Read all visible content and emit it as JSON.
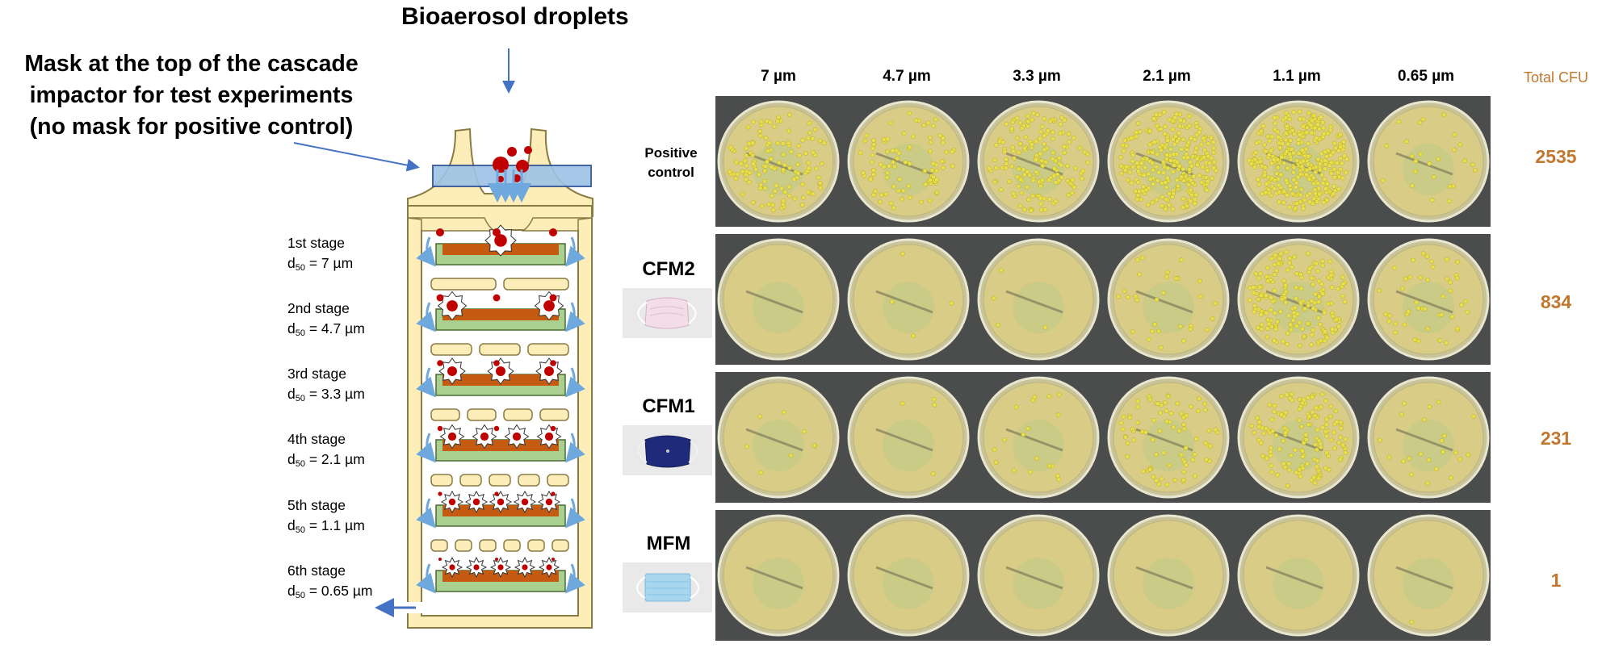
{
  "header": {
    "droplets_label": "Bioaerosol droplets",
    "mask_note": [
      "Mask at the top of the cascade",
      "impactor for test experiments",
      "(no mask for positive control)"
    ]
  },
  "impactor": {
    "stages": [
      {
        "name": "1st stage",
        "d50_prefix": "d",
        "d50_sub": "50",
        "d50_value": " = 7 µm"
      },
      {
        "name": "2nd stage",
        "d50_prefix": "d",
        "d50_sub": "50",
        "d50_value": " = 4.7 µm"
      },
      {
        "name": "3rd stage",
        "d50_prefix": "d",
        "d50_sub": "50",
        "d50_value": " = 3.3 µm"
      },
      {
        "name": "4th stage",
        "d50_prefix": "d",
        "d50_sub": "50",
        "d50_value": " = 2.1 µm"
      },
      {
        "name": "5th stage",
        "d50_prefix": "d",
        "d50_sub": "50",
        "d50_value": " = 1.1 µm"
      },
      {
        "name": "6th stage",
        "d50_prefix": "d",
        "d50_sub": "50",
        "d50_value": " = 0.65 µm"
      }
    ],
    "colors": {
      "shell": "#fdedb8",
      "shell_stroke": "#8a7a44",
      "plate": "#c55a11",
      "base": "#a9d08e",
      "droplet": "#c00000",
      "arrow": "#6fa8dc",
      "mask": "#9dc3e6"
    }
  },
  "grid": {
    "columns": [
      "7 µm",
      "4.7 µm",
      "3.3 µm",
      "2.1 µm",
      "1.1 µm",
      "0.65 µm"
    ],
    "total_header": "Total CFU",
    "rows": [
      {
        "label": "Positive\ncontrol",
        "total": "2535",
        "density": [
          130,
          90,
          160,
          260,
          320,
          25
        ],
        "mask_icon": ""
      },
      {
        "label": "CFM2",
        "total": "834",
        "density": [
          0,
          4,
          4,
          30,
          190,
          45
        ],
        "mask_icon": "pink-cloth-mask-icon"
      },
      {
        "label": "CFM1",
        "total": "231",
        "density": [
          8,
          4,
          18,
          80,
          140,
          22
        ],
        "mask_icon": "navy-cloth-mask-icon"
      },
      {
        "label": "MFM",
        "total": "1",
        "density": [
          0,
          0,
          0,
          0,
          0,
          1
        ],
        "mask_icon": "blue-surgical-mask-icon"
      }
    ],
    "colors": {
      "total": "#c2772f",
      "agar": "#d8cc86",
      "colony": "#e8e04a",
      "strip": "#4b4d4c"
    }
  }
}
